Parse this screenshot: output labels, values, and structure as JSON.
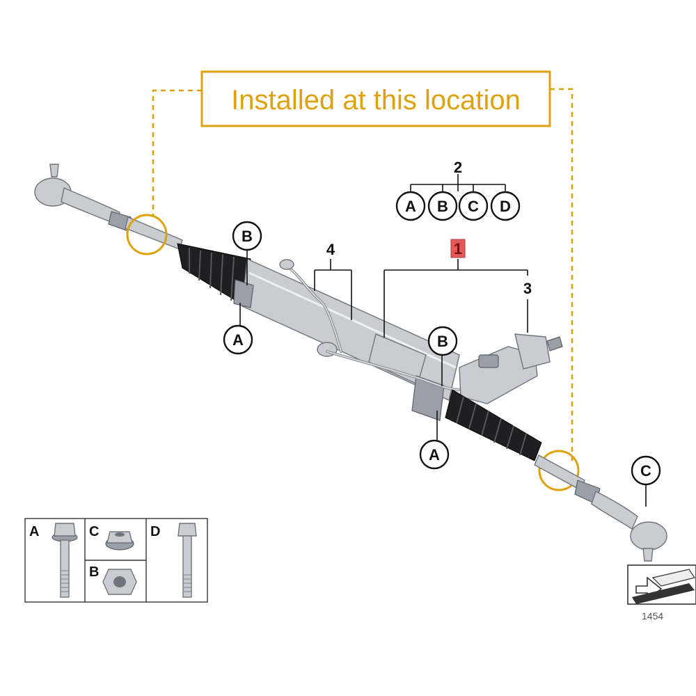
{
  "banner": {
    "text": "Installed at this location"
  },
  "callouts": {
    "part_1": "1",
    "part_2": "2",
    "part_3": "3",
    "part_4": "4",
    "group_2": [
      "A",
      "B",
      "C",
      "D"
    ],
    "a_left": "A",
    "b_left": "B",
    "b_mid": "B",
    "a_mid": "A",
    "c_right": "C"
  },
  "fastener_table": {
    "cell_a": "A",
    "cell_c": "C",
    "cell_b": "B",
    "cell_d": "D"
  },
  "corner_badge": {
    "number": "1454"
  },
  "colors": {
    "highlight": "#e0a10e",
    "part_1_badge": "#e25a5a"
  }
}
